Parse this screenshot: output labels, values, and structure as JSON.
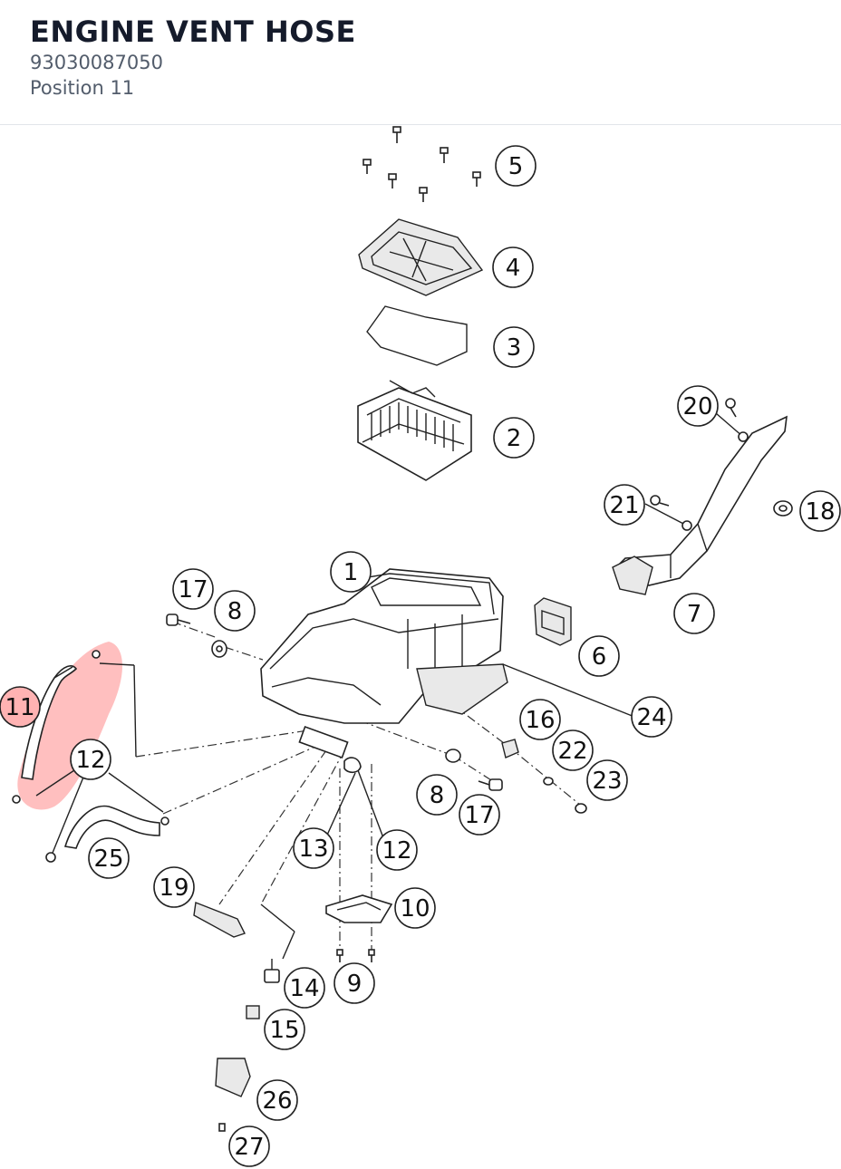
{
  "header": {
    "title": "ENGINE VENT HOSE",
    "part_number": "93030087050",
    "position_label": "Position 11"
  },
  "diagram": {
    "highlight_color": "#ff8b8b",
    "highlighted_callout": "11",
    "callouts": [
      "5",
      "4",
      "3",
      "2",
      "20",
      "21",
      "18",
      "7",
      "1",
      "17",
      "8",
      "6",
      "24",
      "16",
      "22",
      "23",
      "11",
      "12",
      "25",
      "8",
      "17",
      "13",
      "12",
      "10",
      "19",
      "9",
      "14",
      "15",
      "26",
      "27"
    ]
  }
}
